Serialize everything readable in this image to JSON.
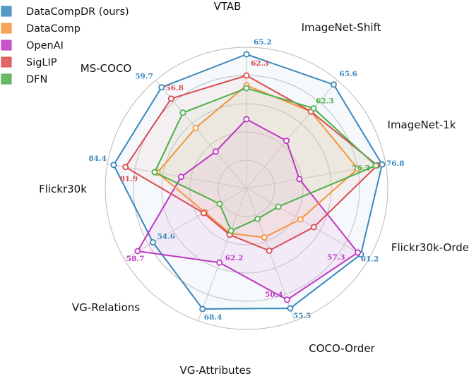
{
  "chart_data": {
    "type": "radar",
    "axes": [
      "VTAB",
      "ImageNet-Shift",
      "ImageNet-1k",
      "Flickr30k-Order",
      "COCO-Order",
      "VG-Attributes",
      "VG-Relations",
      "Flickr30k",
      "MS-COCO"
    ],
    "series": [
      {
        "name": "DataCompDR (ours)",
        "color": "#3a87bd",
        "fill": "#cfe0ef",
        "fill_opacity": 0.2,
        "r": [
          0.95,
          0.96,
          0.975,
          0.935,
          0.905,
          0.91,
          0.765,
          0.955,
          0.935
        ],
        "value_labels": [
          "65.2",
          "65.6",
          "76.8",
          "61.2",
          "55.5",
          "68.4",
          "54.6",
          "84.4",
          "59.7"
        ]
      },
      {
        "name": "DataComp",
        "color": "#f5943a",
        "fill": "#f5c89a",
        "fill_opacity": 0.12,
        "r": [
          0.73,
          0.71,
          0.8,
          0.44,
          0.37,
          0.34,
          0.34,
          0.64,
          0.56
        ],
        "value_labels": []
      },
      {
        "name": "OpenAI",
        "color": "#bf37c2",
        "fill": "#e8b4ea",
        "fill_opacity": 0.22,
        "r": [
          0.49,
          0.44,
          0.38,
          0.91,
          0.84,
          0.56,
          0.89,
          0.47,
          0.34
        ],
        "value_labels": [
          "",
          "",
          "",
          "57.3",
          "50.4",
          "62.2",
          "58.7",
          "",
          ""
        ]
      },
      {
        "name": "SigLIP",
        "color": "#db4b4f",
        "fill": "#f0b8b0",
        "fill_opacity": 0.12,
        "r": [
          0.8,
          0.71,
          0.94,
          0.55,
          0.47,
          0.35,
          0.35,
          0.87,
          0.83
        ],
        "value_labels": [
          "62.3",
          "",
          "",
          "",
          "",
          "",
          "",
          "81.9",
          "56.8"
        ]
      },
      {
        "name": "DFN",
        "color": "#4fae4a",
        "fill": "#b8dcb0",
        "fill_opacity": 0.12,
        "r": [
          0.71,
          0.74,
          0.93,
          0.26,
          0.23,
          0.32,
          0.22,
          0.66,
          0.7
        ],
        "value_labels": [
          "",
          "62.3",
          "76.2",
          "",
          "",
          "",
          "",
          "",
          ""
        ]
      }
    ],
    "rlim": [
      0,
      1
    ],
    "grid": true,
    "legend": {
      "position": "top-left"
    }
  }
}
